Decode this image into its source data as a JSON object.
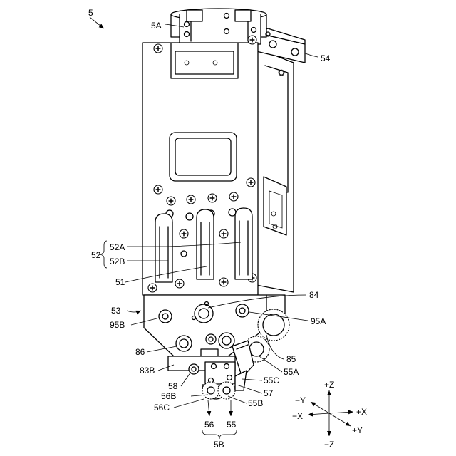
{
  "figure": {
    "labels": {
      "unit": "5",
      "top_part": "5A",
      "bracket_54": "54",
      "group_52": "52",
      "part_52A": "52A",
      "part_52B": "52B",
      "plate_51": "51",
      "block_53": "53",
      "part_84": "84",
      "port_95B": "95B",
      "port_95A": "95A",
      "part_86": "86",
      "part_85": "85",
      "part_83B": "83B",
      "part_55A": "55A",
      "part_55C": "55C",
      "part_58": "58",
      "part_57": "57",
      "part_56B": "56B",
      "part_55B": "55B",
      "part_56C": "56C",
      "part_56": "56",
      "part_55": "55",
      "group_5B": "5B"
    },
    "axes": {
      "pos_z": "+Z",
      "neg_z": "−Z",
      "pos_x": "+X",
      "neg_x": "−X",
      "pos_y": "+Y",
      "neg_y": "−Y"
    }
  }
}
